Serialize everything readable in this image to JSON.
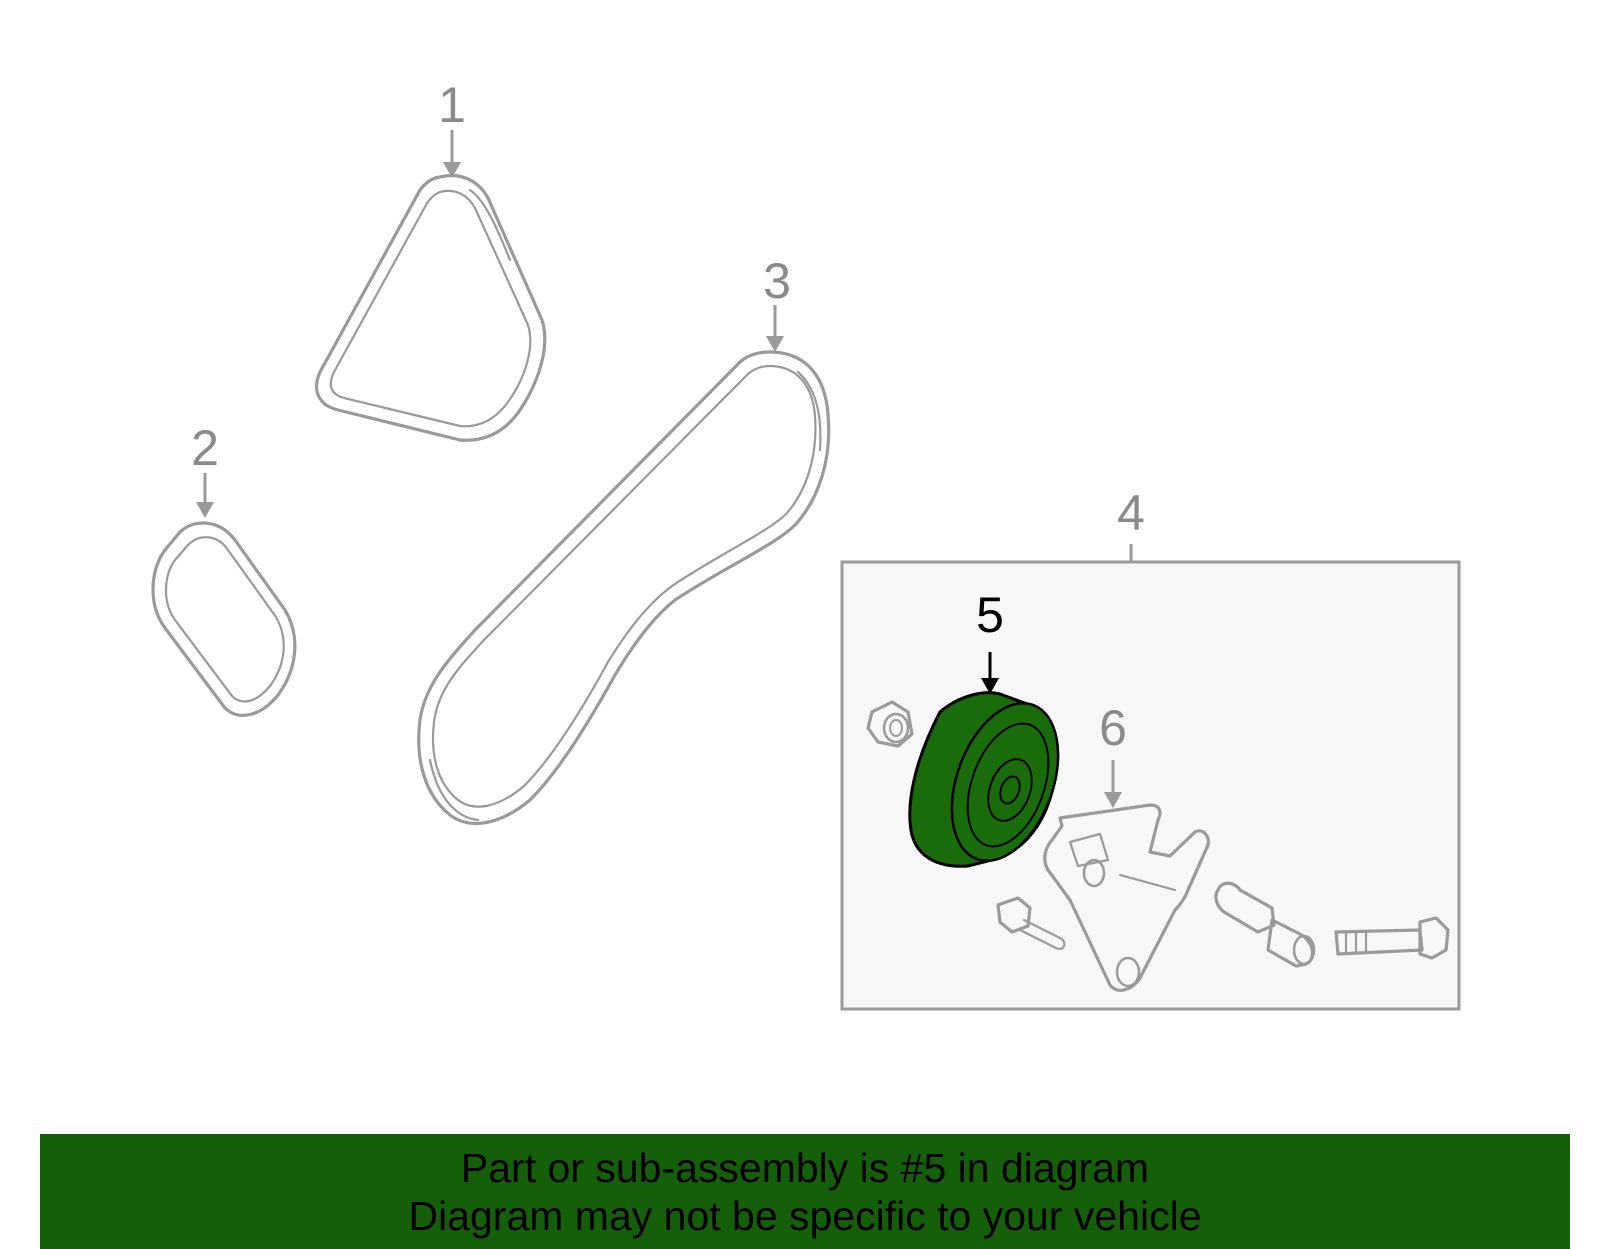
{
  "callouts": [
    {
      "id": "1",
      "label": "1"
    },
    {
      "id": "2",
      "label": "2"
    },
    {
      "id": "3",
      "label": "3"
    },
    {
      "id": "4",
      "label": "4"
    },
    {
      "id": "5",
      "label": "5"
    },
    {
      "id": "6",
      "label": "6"
    }
  ],
  "highlighted_part": "5",
  "colors": {
    "highlight": "#1a6b0a",
    "banner": "#155e0a",
    "line_art": "#9a9a9a",
    "assembly_box_fill": "#f7f7f7"
  },
  "banner": {
    "line1": "Part or sub-assembly is #5 in diagram",
    "line2": "Diagram may not be specific to your vehicle"
  }
}
